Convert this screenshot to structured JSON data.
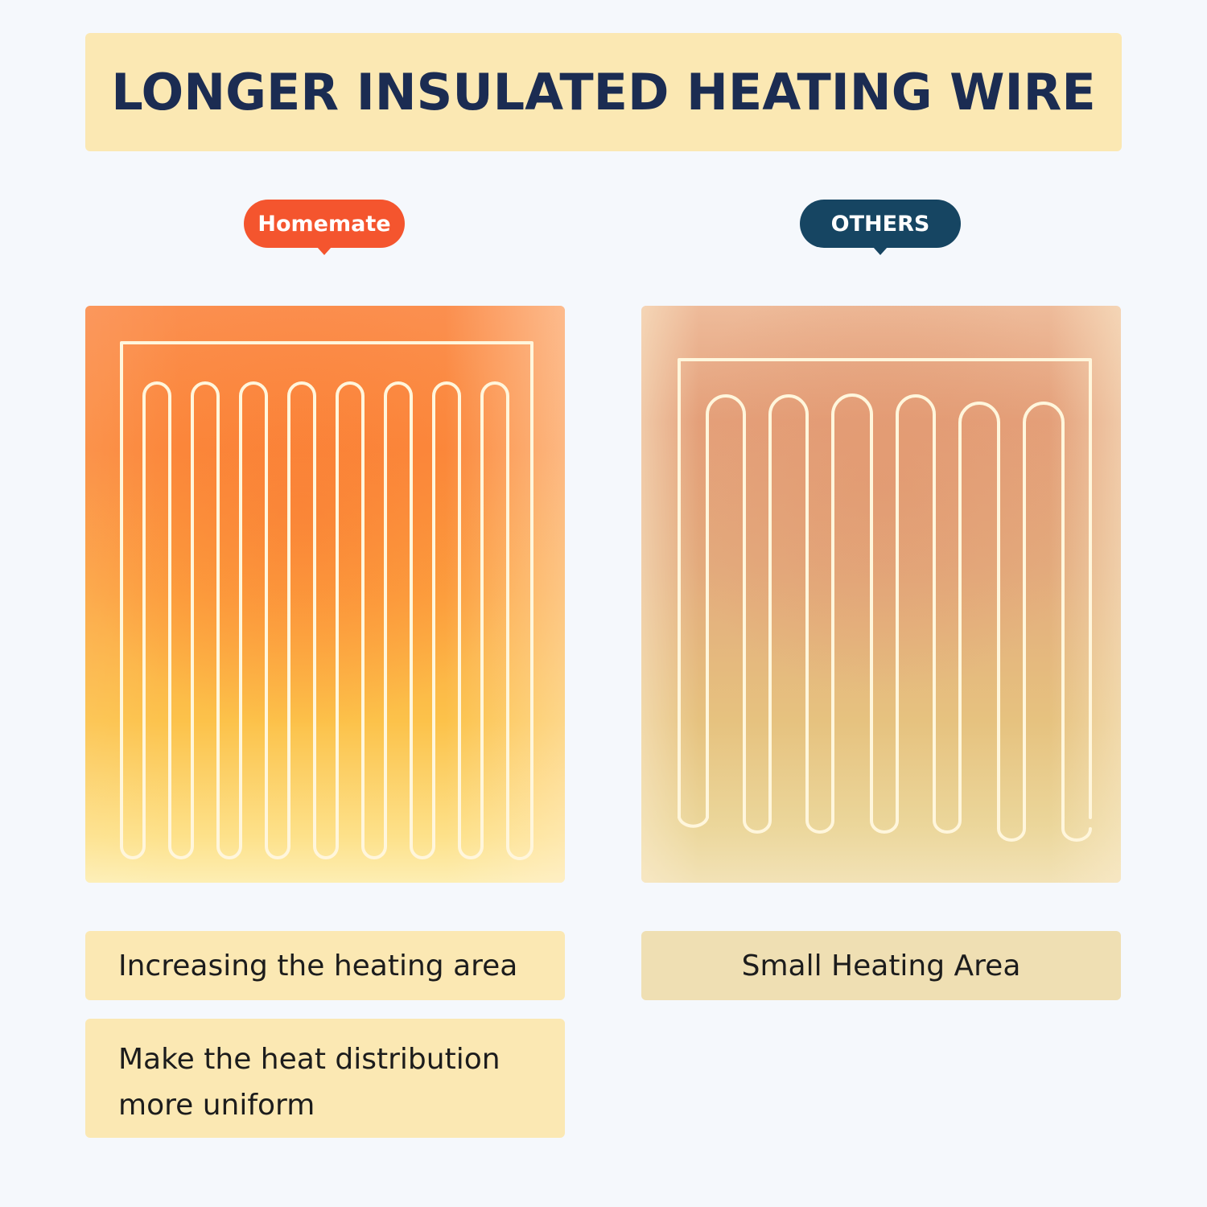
{
  "title": "LONGER INSULATED HEATING WIRE",
  "comparison": {
    "left": {
      "badge": "Homemate",
      "badge_color": "#f4552e",
      "wire_loops": 8,
      "notes": [
        {
          "line1": "Increasing the heating area"
        },
        {
          "line1": "Make the heat distribution",
          "line2": "more uniform"
        }
      ]
    },
    "right": {
      "badge": "OTHERS",
      "badge_color": "#164562",
      "wire_loops": 6,
      "notes": [
        {
          "line1": "Small Heating Area"
        }
      ]
    }
  },
  "colors": {
    "title_text": "#1b2c52",
    "banner_bg": "#fbe8b3",
    "wire": "#fff6dc",
    "background": "#f5f8fc"
  }
}
